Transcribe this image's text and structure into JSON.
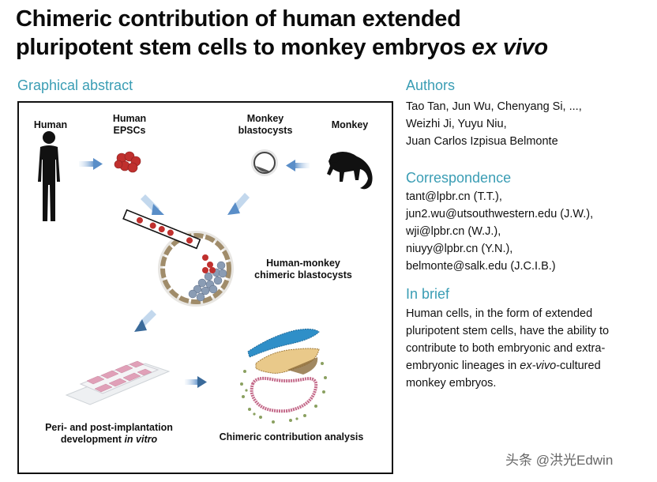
{
  "header": {
    "title_line1": "Chimeric contribution of human extended",
    "title_line2_normal": "pluripotent stem cells to monkey embryos ",
    "title_line2_italic": "ex vivo"
  },
  "graphical_abstract": {
    "heading": "Graphical abstract",
    "labels": {
      "human": "Human",
      "human_epscs_1": "Human",
      "human_epscs_2": "EPSCs",
      "monkey_blastocysts_1": "Monkey",
      "monkey_blastocysts_2": "blastocysts",
      "monkey": "Monkey",
      "chimeric_blastocysts_1": "Human-monkey",
      "chimeric_blastocysts_2": "chimeric blastocysts",
      "development_1": "Peri- and post-implantation",
      "development_2_normal": "development ",
      "development_2_italic": "in vitro",
      "analysis": "Chimeric contribution analysis"
    },
    "icons": [
      "human-silhouette-icon",
      "epsc-cluster-icon",
      "monkey-blastocyst-icon",
      "monkey-silhouette-icon",
      "chimeric-blastocyst-icon",
      "culture-slide-icon",
      "chimeric-embryo-icon",
      "arrow-icon"
    ],
    "colors": {
      "arrow": "#6a9ed0",
      "human_cell": "#c0302e",
      "monkey_cell": "#8a9cb4",
      "trophectoderm": "#9a8a6a",
      "epiblast": "#2f8fc8",
      "hypoblast": "#e0c080",
      "yolk_sac": "#c46a8a",
      "culture_well": "#e0a0b8"
    }
  },
  "authors": {
    "heading": "Authors",
    "lines": [
      "Tao Tan, Jun Wu, Chenyang Si, ...,",
      "Weizhi Ji, Yuyu Niu,",
      "Juan Carlos Izpisua Belmonte"
    ]
  },
  "correspondence": {
    "heading": "Correspondence",
    "lines": [
      "tant@lpbr.cn (T.T.),",
      "jun2.wu@utsouthwestern.edu (J.W.),",
      "wji@lpbr.cn (W.J.),",
      "niuyy@lpbr.cn (Y.N.),",
      "belmonte@salk.edu (J.C.I.B.)"
    ]
  },
  "in_brief": {
    "heading": "In brief",
    "lines": [
      {
        "text": "Human cells, in the form of extended"
      },
      {
        "text": "pluripotent stem cells, have the ability to"
      },
      {
        "text": "contribute to both embryonic and extra-"
      },
      {
        "pre": "embryonic lineages in ",
        "italic": "ex-vivo",
        "post": "-cultured"
      },
      {
        "text": "monkey embryos."
      }
    ]
  },
  "watermark": "头条 @洪光Edwin",
  "theme": {
    "heading_color": "#3a9db4",
    "text_color": "#111111"
  }
}
